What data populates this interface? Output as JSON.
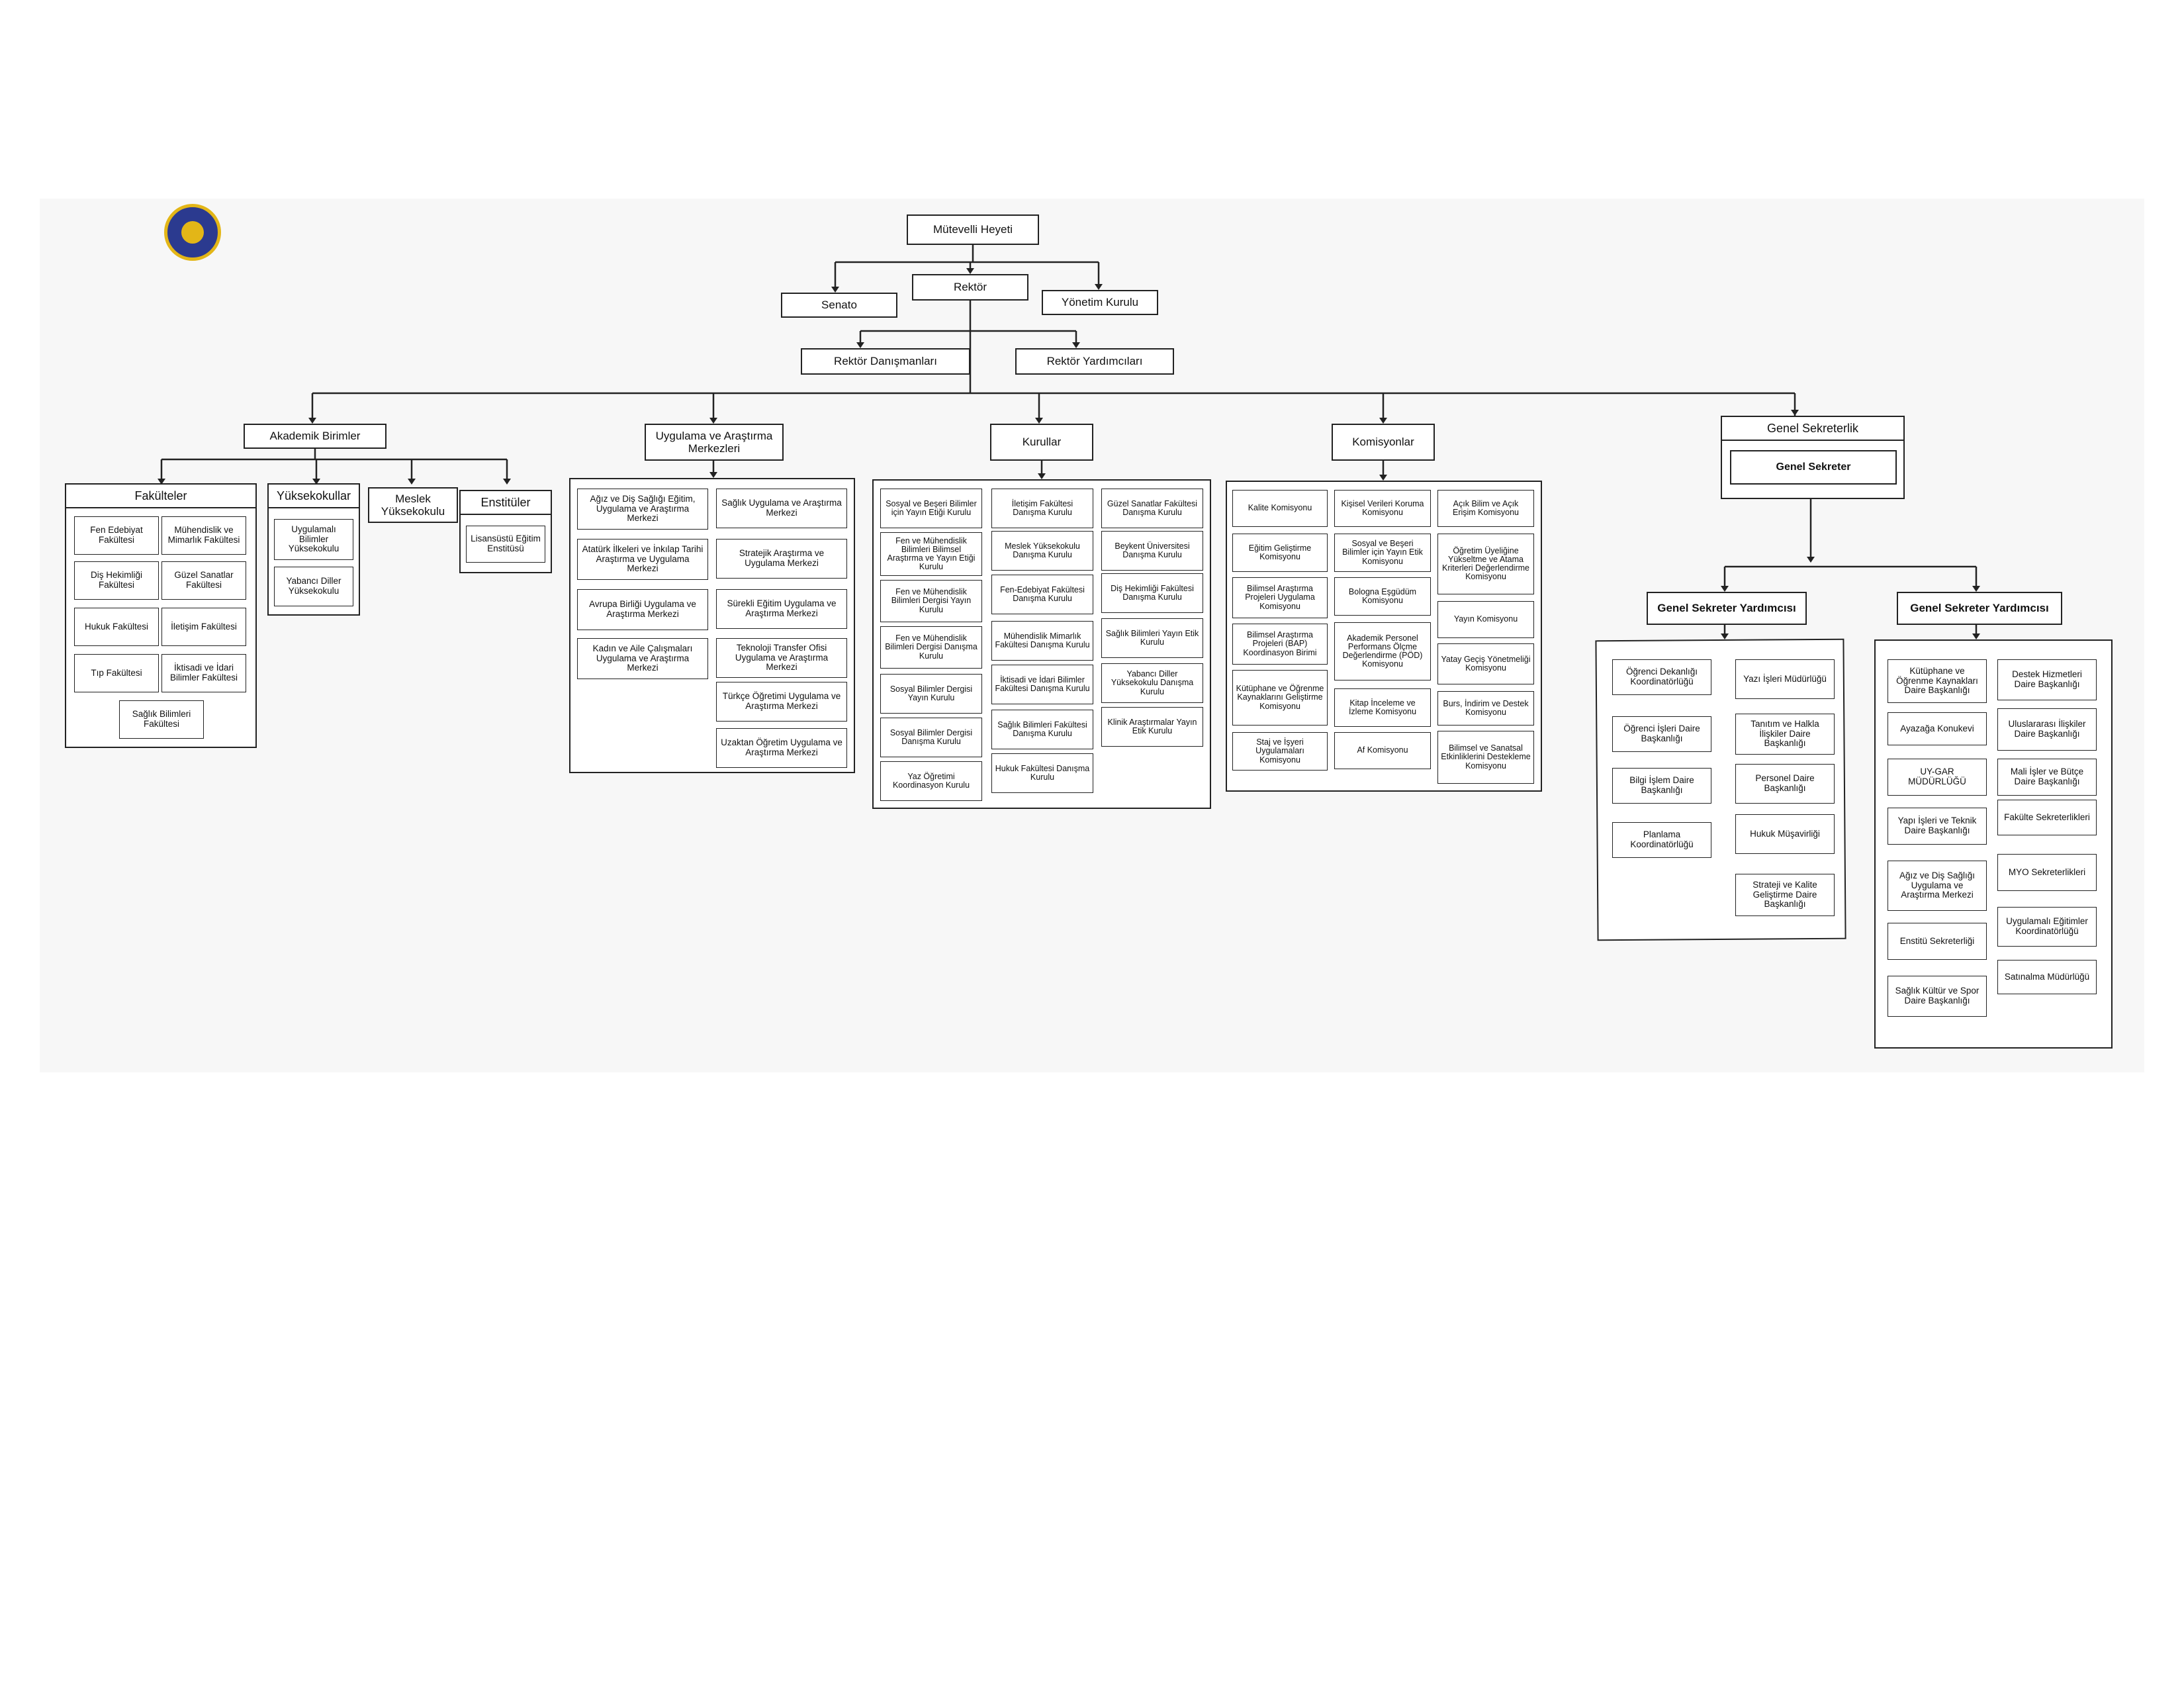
{
  "top": {
    "board": "Mütevelli Heyeti",
    "rector": "Rektör",
    "senate": "Senato",
    "management": "Yönetim Kurulu",
    "advisors": "Rektör Danışmanları",
    "vice_rectors": "Rektör Yardımcıları"
  },
  "academic": {
    "title": "Akademik Birimler",
    "faculties": {
      "title": "Fakülteler",
      "items": [
        "Fen Edebiyat Fakültesi",
        "Mühendislik ve Mimarlık Fakültesi",
        "Diş Hekimliği Fakültesi",
        "Güzel Sanatlar Fakültesi",
        "Hukuk Fakültesi",
        "İletişim Fakültesi",
        "Tıp Fakültesi",
        "İktisadi ve İdari Bilimler Fakültesi",
        "Sağlık Bilimleri Fakültesi"
      ]
    },
    "schools": {
      "title": "Yüksekokullar",
      "items": [
        "Uygulamalı Bilimler Yüksekokulu",
        "Yabancı Diller Yüksekokulu"
      ]
    },
    "vocational": "Meslek Yüksekokulu",
    "institutes": {
      "title": "Enstitüler",
      "items": [
        "Lisansüstü Eğitim Enstitüsü"
      ]
    }
  },
  "centers": {
    "title": "Uygulama ve Araştırma Merkezleri",
    "items": [
      "Ağız ve Diş Sağlığı Eğitim, Uygulama ve Araştırma Merkezi",
      "Sağlık Uygulama ve Araştırma Merkezi",
      "Atatürk İlkeleri ve İnkılap Tarihi Araştırma ve Uygulama Merkezi",
      "Stratejik Araştırma ve Uygulama Merkezi",
      "Avrupa Birliği Uygulama ve Araştırma Merkezi",
      "Sürekli Eğitim Uygulama ve Araştırma Merkezi",
      "Kadın ve Aile Çalışmaları Uygulama ve Araştırma Merkezi",
      "Teknoloji Transfer Ofisi Uygulama ve Araştırma Merkezi",
      "Türkçe Öğretimi Uygulama ve Araştırma Merkezi",
      "Uzaktan Öğretim Uygulama ve Araştırma Merkezi"
    ]
  },
  "councils": {
    "title": "Kurullar",
    "col1": [
      "Sosyal ve Beşeri Bilimler için Yayın Etiği Kurulu",
      "Fen ve Mühendislik Bilimleri Bilimsel Araştırma ve Yayın Etiği Kurulu",
      "Fen ve Mühendislik Bilimleri Dergisi Yayın Kurulu",
      "Fen ve Mühendislik Bilimleri Dergisi Danışma Kurulu",
      "Sosyal Bilimler Dergisi Yayın Kurulu",
      "Sosyal Bilimler Dergisi Danışma Kurulu",
      "Yaz Öğretimi Koordinasyon Kurulu"
    ],
    "col2": [
      "İletişim Fakültesi Danışma Kurulu",
      "Meslek Yüksekokulu Danışma Kurulu",
      "Fen-Edebiyat Fakültesi Danışma Kurulu",
      "Mühendislik Mimarlık Fakültesi Danışma Kurulu",
      "İktisadi ve İdari Bilimler Fakültesi Danışma Kurulu",
      "Sağlık Bilimleri Fakültesi Danışma Kurulu",
      "Hukuk Fakültesi Danışma Kurulu"
    ],
    "col3": [
      "Güzel Sanatlar Fakültesi Danışma Kurulu",
      "Beykent Üniversitesi Danışma Kurulu",
      "Diş Hekimliği Fakültesi Danışma Kurulu",
      "Sağlık Bilimleri Yayın Etik Kurulu",
      "Yabancı Diller Yüksekokulu Danışma Kurulu",
      "Klinik Araştırmalar Yayın Etik Kurulu"
    ]
  },
  "commissions": {
    "title": "Komisyonlar",
    "col1": [
      "Kalite Komisyonu",
      "Eğitim Geliştirme Komisyonu",
      "Bilimsel Araştırma Projeleri Uygulama Komisyonu",
      "Bilimsel Araştırma Projeleri (BAP) Koordinasyon Birimi",
      "Kütüphane ve Öğrenme Kaynaklarını Geliştirme Komisyonu",
      "Staj ve İşyeri Uygulamaları Komisyonu"
    ],
    "col2": [
      "Kişisel Verileri Koruma Komisyonu",
      "Sosyal ve Beşeri Bilimler için Yayın Etik Komisyonu",
      "Bologna Eşgüdüm Komisyonu",
      "Akademik Personel Performans Ölçme Değerlendirme (PÖD) Komisyonu",
      "Kitap İnceleme ve İzleme Komisyonu",
      "Af Komisyonu"
    ],
    "col3": [
      "Açık Bilim ve Açık Erişim Komisyonu",
      "Öğretim Üyeliğine Yükseltme ve Atama Kriterleri Değerlendirme Komisyonu",
      "Yayın Komisyonu",
      "Yatay Geçiş Yönetmeliği Komisyonu",
      "Burs, İndirim ve Destek Komisyonu",
      "Bilimsel ve Sanatsal Etkinliklerini Destekleme Komisyonu"
    ]
  },
  "secretariat": {
    "title": "Genel Sekreterlik",
    "secretary": "Genel Sekreter",
    "deputy": "Genel Sekreter Yardımcısı",
    "left": {
      "col1": [
        "Öğrenci Dekanlığı Koordinatörlüğü",
        "Öğrenci İşleri Daire Başkanlığı",
        "Bilgi İşlem Daire Başkanlığı",
        "Planlama Koordinatörlüğü"
      ],
      "col2": [
        "Yazı İşleri Müdürlüğü",
        "Tanıtım ve Halkla İlişkiler Daire Başkanlığı",
        "Personel Daire Başkanlığı",
        "Hukuk Müşavirliği",
        "Strateji ve Kalite Geliştirme Daire Başkanlığı"
      ]
    },
    "right": {
      "col1": [
        "Kütüphane ve Öğrenme Kaynakları Daire Başkanlığı",
        "Ayazağa Konukevi",
        "UY-GAR MÜDÜRLÜĞÜ",
        "Yapı İşleri ve Teknik Daire Başkanlığı",
        "Ağız ve Diş Sağlığı Uygulama ve Araştırma Merkezi",
        "Enstitü Sekreterliği",
        "Sağlık Kültür ve Spor Daire Başkanlığı"
      ],
      "col2": [
        "Destek Hizmetleri Daire Başkanlığı",
        "Uluslararası İlişkiler Daire Başkanlığı",
        "Mali İşler ve Bütçe Daire Başkanlığı",
        "Fakülte Sekreterlikleri",
        "MYO Sekreterlikleri",
        "Uygulamalı Eğitimler Koordinatörlüğü",
        "Satınalma Müdürlüğü"
      ]
    }
  }
}
